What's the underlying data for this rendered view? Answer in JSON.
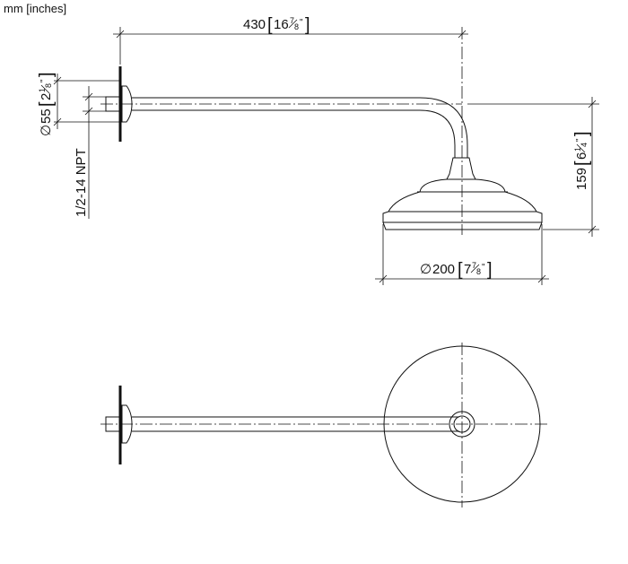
{
  "units_label": "mm [inches]",
  "dimensions": {
    "arm_length": {
      "mm": "430",
      "whole": "16",
      "num": "7",
      "den": "8"
    },
    "flange_diameter": {
      "symbol": "∅",
      "mm": "55",
      "whole": "2",
      "num": "1",
      "den": "8"
    },
    "thread": "1/2-14 NPT",
    "height": {
      "mm": "159",
      "whole": "6",
      "num": "1",
      "den": "4"
    },
    "head_diameter": {
      "symbol": "∅",
      "mm": "200",
      "whole": "7",
      "num": "7",
      "den": "8"
    }
  },
  "colors": {
    "line": "#111111",
    "background": "#ffffff"
  }
}
